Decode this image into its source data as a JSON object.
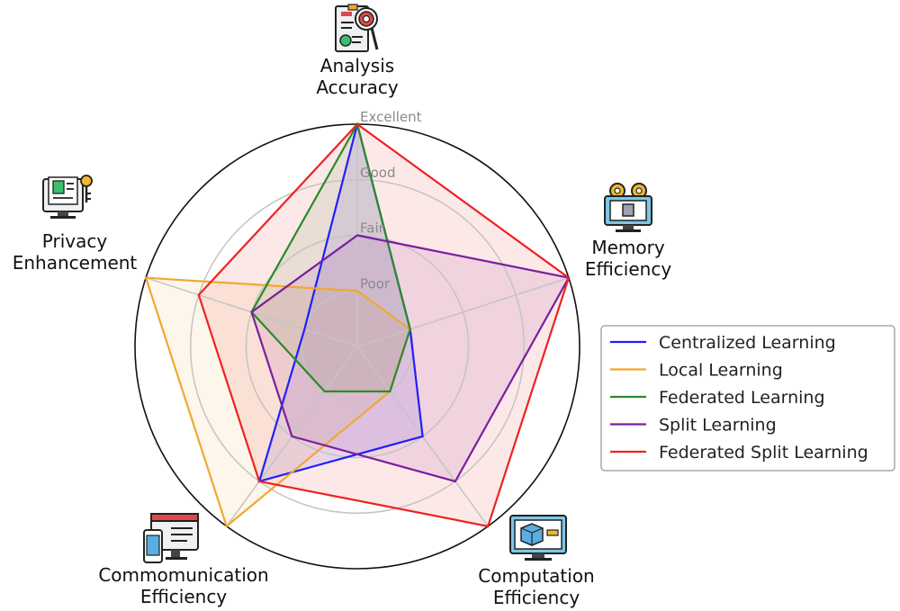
{
  "chart_data": {
    "type": "radar",
    "axes": [
      "Analysis\nAccuracy",
      "Memory\nEfficiency",
      "Computation\nEfficiency",
      "Commomunication\nEfficiency",
      "Privacy\nEnhancement"
    ],
    "ticks": [
      "Poor",
      "Fair",
      "Good",
      "Excellent"
    ],
    "range": [
      0,
      4
    ],
    "series": [
      {
        "name": "Centralized Learning",
        "color": "#1f1fff",
        "values": [
          4,
          1,
          2,
          3,
          1
        ]
      },
      {
        "name": "Local Learning",
        "color": "#f0a830",
        "values": [
          1,
          1,
          1,
          4,
          4
        ]
      },
      {
        "name": "Federated Learning",
        "color": "#2a8a2a",
        "values": [
          4,
          1,
          1,
          1,
          2
        ]
      },
      {
        "name": "Split Learning",
        "color": "#7a1fa0",
        "values": [
          2,
          4,
          3,
          2,
          2
        ]
      },
      {
        "name": "Federated Split Learning",
        "color": "#ee2222",
        "values": [
          4,
          4,
          4,
          3,
          3
        ]
      }
    ],
    "icons": [
      "target-report-icon",
      "chip-gears-icon",
      "cube-monitor-icon",
      "devices-icon",
      "id-lock-icon"
    ],
    "grid": true,
    "legend_position": "right"
  }
}
